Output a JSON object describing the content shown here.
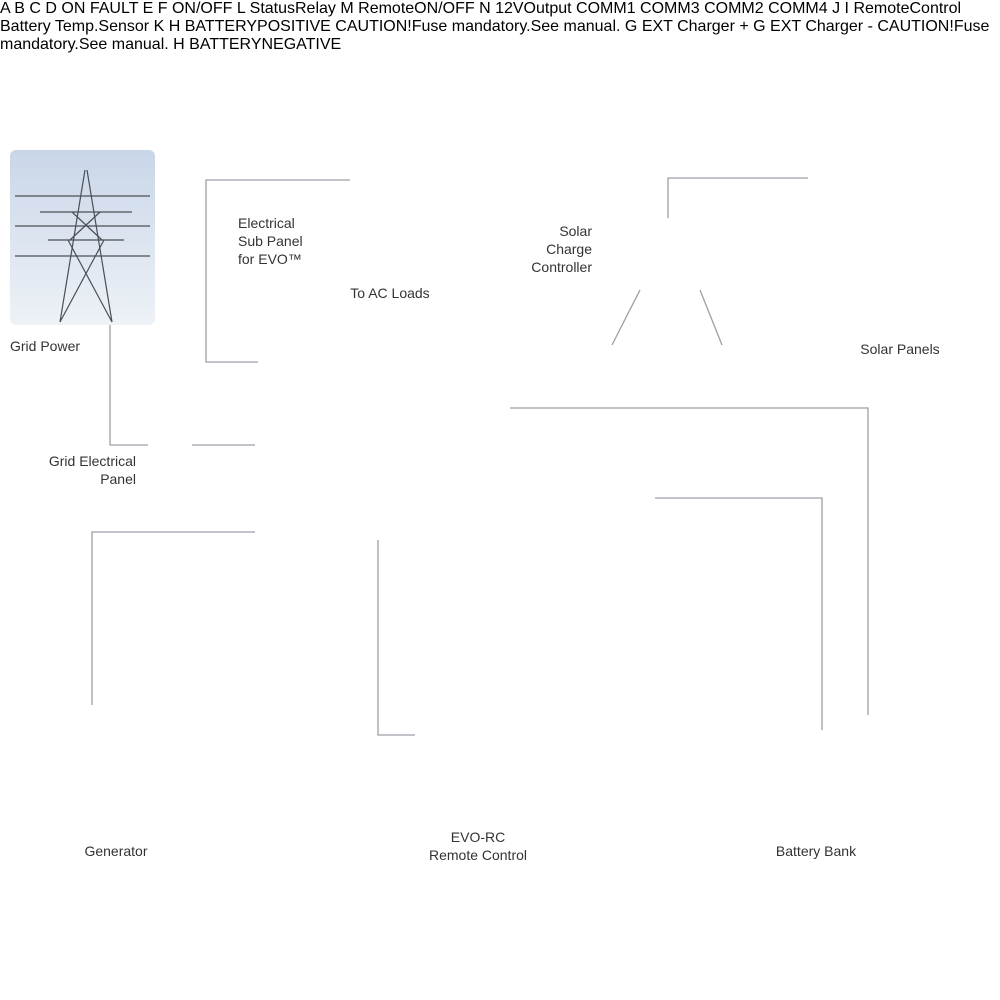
{
  "labels": {
    "grid_power": "Grid Power",
    "grid_electrical_panel": [
      "Grid Electrical",
      "Panel"
    ],
    "sub_panel": [
      "Electrical",
      "Sub Panel",
      "for EVO™"
    ],
    "ac_loads": "To AC Loads",
    "charge_controller": [
      "Solar",
      "Charge",
      "Controller"
    ],
    "solar_panels": "Solar Panels",
    "generator": "Generator",
    "remote_control": [
      "EVO-RC",
      "Remote Control"
    ],
    "battery_bank": "Battery Bank"
  },
  "inverter": {
    "ports": {
      "A": "A",
      "B": "B",
      "C": "C",
      "D": "D",
      "E": "E",
      "F": "F",
      "G": "G",
      "H": "H",
      "I": "I",
      "J": "J",
      "K": "K",
      "L": "L",
      "M": "M",
      "N": "N"
    },
    "indicators": {
      "on": "ON",
      "fault": "FAULT",
      "on_off": "ON/OFF"
    },
    "terminal_labels": {
      "status_relay": [
        "Status",
        "Relay"
      ],
      "remote_on_off": [
        "Remote",
        "ON/OFF"
      ],
      "output_12v": [
        "12V",
        "Output"
      ]
    },
    "comm_labels": {
      "comm1": [
        "COMM",
        "1"
      ],
      "comm2": [
        "COMM",
        "2"
      ],
      "comm3": [
        "COMM",
        "3"
      ],
      "comm4": [
        "COMM",
        "4"
      ],
      "remote_control": [
        "Remote",
        "Control"
      ],
      "battery_temp": [
        "Battery Temp.",
        "Sensor"
      ]
    },
    "battery_positive": [
      "BATTERY",
      "POSITIVE"
    ],
    "battery_negative": [
      "BATTERY",
      "NEGATIVE"
    ],
    "caution": [
      "CAUTION!",
      "Fuse mandatory.",
      "See manual."
    ],
    "ext_charger_pos": "EXT Charger +",
    "ext_charger_neg": "EXT Charger -"
  },
  "colors": {
    "inverter_body": "#262a35",
    "battery_positive_red": "#d62b2b",
    "green_terminal": "#3d9a3a",
    "solar_blue": "#2a4a9c",
    "brass": "#c9a44a",
    "connection_line": "#9aa0a6"
  }
}
